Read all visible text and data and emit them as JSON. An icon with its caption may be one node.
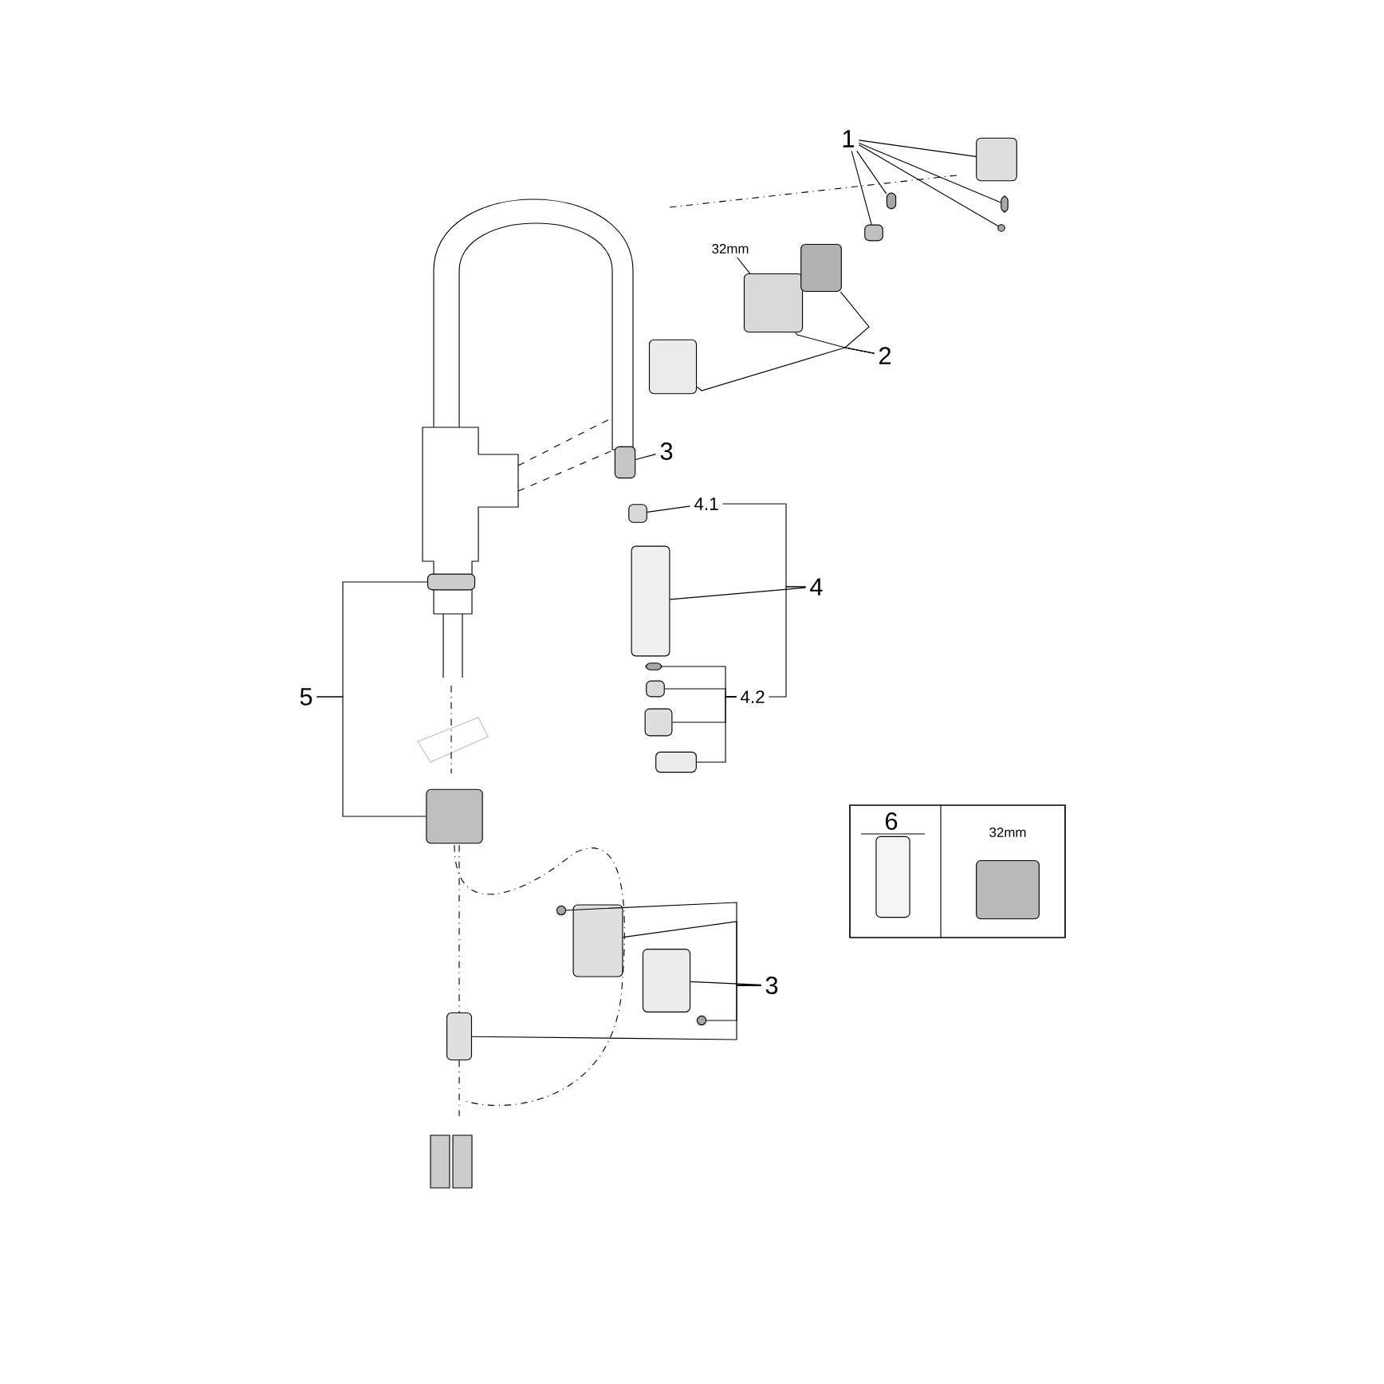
{
  "diagram": {
    "nodes": [
      {
        "text": [
          "1"
        ]
      },
      {
        "text": [
          "2"
        ]
      },
      {
        "text": [
          "3"
        ]
      },
      {
        "text": [
          "4"
        ]
      },
      {
        "text": [
          "4.1"
        ]
      },
      {
        "text": [
          "4.2"
        ]
      },
      {
        "text": [
          "5"
        ]
      },
      {
        "text": [
          "3"
        ]
      },
      {
        "text": [
          "6"
        ]
      },
      {
        "text": [
          "32mm"
        ]
      },
      {
        "text": [
          "32mm"
        ]
      },
      {
        "text": [],
        "shape": "box"
      },
      {
        "text": [],
        "shape": "box"
      },
      {
        "text": [],
        "shape": "circle"
      },
      {
        "text": [],
        "shape": "box"
      },
      {
        "text": [],
        "shape": "box"
      },
      {
        "text": [],
        "shape": "box"
      },
      {
        "text": [],
        "shape": "box"
      },
      {
        "text": [],
        "shape": "box"
      },
      {
        "text": [],
        "shape": "box"
      },
      {
        "text": [],
        "shape": "box"
      },
      {
        "text": [],
        "shape": "box"
      },
      {
        "text": [],
        "shape": "box"
      },
      {
        "text": [],
        "shape": "box"
      },
      {
        "text": [],
        "shape": "box"
      },
      {
        "text": [],
        "shape": "box"
      },
      {
        "text": [],
        "shape": "box"
      },
      {
        "text": [],
        "shape": "box"
      },
      {
        "text": [],
        "shape": "circle"
      },
      {
        "text": [],
        "shape": "box"
      },
      {
        "text": [],
        "shape": "box"
      },
      {
        "text": [],
        "shape": "circle"
      },
      {
        "text": [],
        "shape": "box"
      },
      {
        "text": [],
        "shape": "box"
      },
      {
        "text": [],
        "shape": "box"
      }
    ],
    "edges": [
      {
        "from": 0,
        "to": 11,
        "arrow": "none"
      },
      {
        "from": 0,
        "to": 12,
        "arrow": "none"
      },
      {
        "from": 0,
        "to": 13,
        "arrow": "none"
      },
      {
        "from": 0,
        "to": 14,
        "arrow": "none"
      },
      {
        "from": 0,
        "to": 15,
        "arrow": "none"
      },
      {
        "from": 1,
        "to": 16,
        "arrow": "none"
      },
      {
        "from": 1,
        "to": 17,
        "arrow": "none"
      },
      {
        "from": 1,
        "to": 18,
        "arrow": "none"
      },
      {
        "from": 2,
        "to": 19,
        "arrow": "none"
      },
      {
        "from": 3,
        "to": 21,
        "arrow": "none"
      },
      {
        "from": 4,
        "to": 20,
        "arrow": "none"
      },
      {
        "from": 4,
        "to": 3,
        "arrow": "none"
      },
      {
        "from": 5,
        "to": 3,
        "arrow": "none"
      },
      {
        "from": 5,
        "to": 22,
        "arrow": "none"
      },
      {
        "from": 5,
        "to": 23,
        "arrow": "none"
      },
      {
        "from": 5,
        "to": 24,
        "arrow": "none"
      },
      {
        "from": 5,
        "to": 25,
        "arrow": "none"
      },
      {
        "from": 6,
        "to": 26,
        "arrow": "none"
      },
      {
        "from": 6,
        "to": 27,
        "arrow": "none"
      },
      {
        "from": 7,
        "to": 28,
        "arrow": "none"
      },
      {
        "from": 7,
        "to": 29,
        "arrow": "none"
      },
      {
        "from": 7,
        "to": 30,
        "arrow": "none"
      },
      {
        "from": 7,
        "to": 31,
        "arrow": "none"
      },
      {
        "from": 7,
        "to": 32,
        "arrow": "none"
      },
      {
        "from": 9,
        "to": 17,
        "arrow": "none"
      }
    ]
  }
}
